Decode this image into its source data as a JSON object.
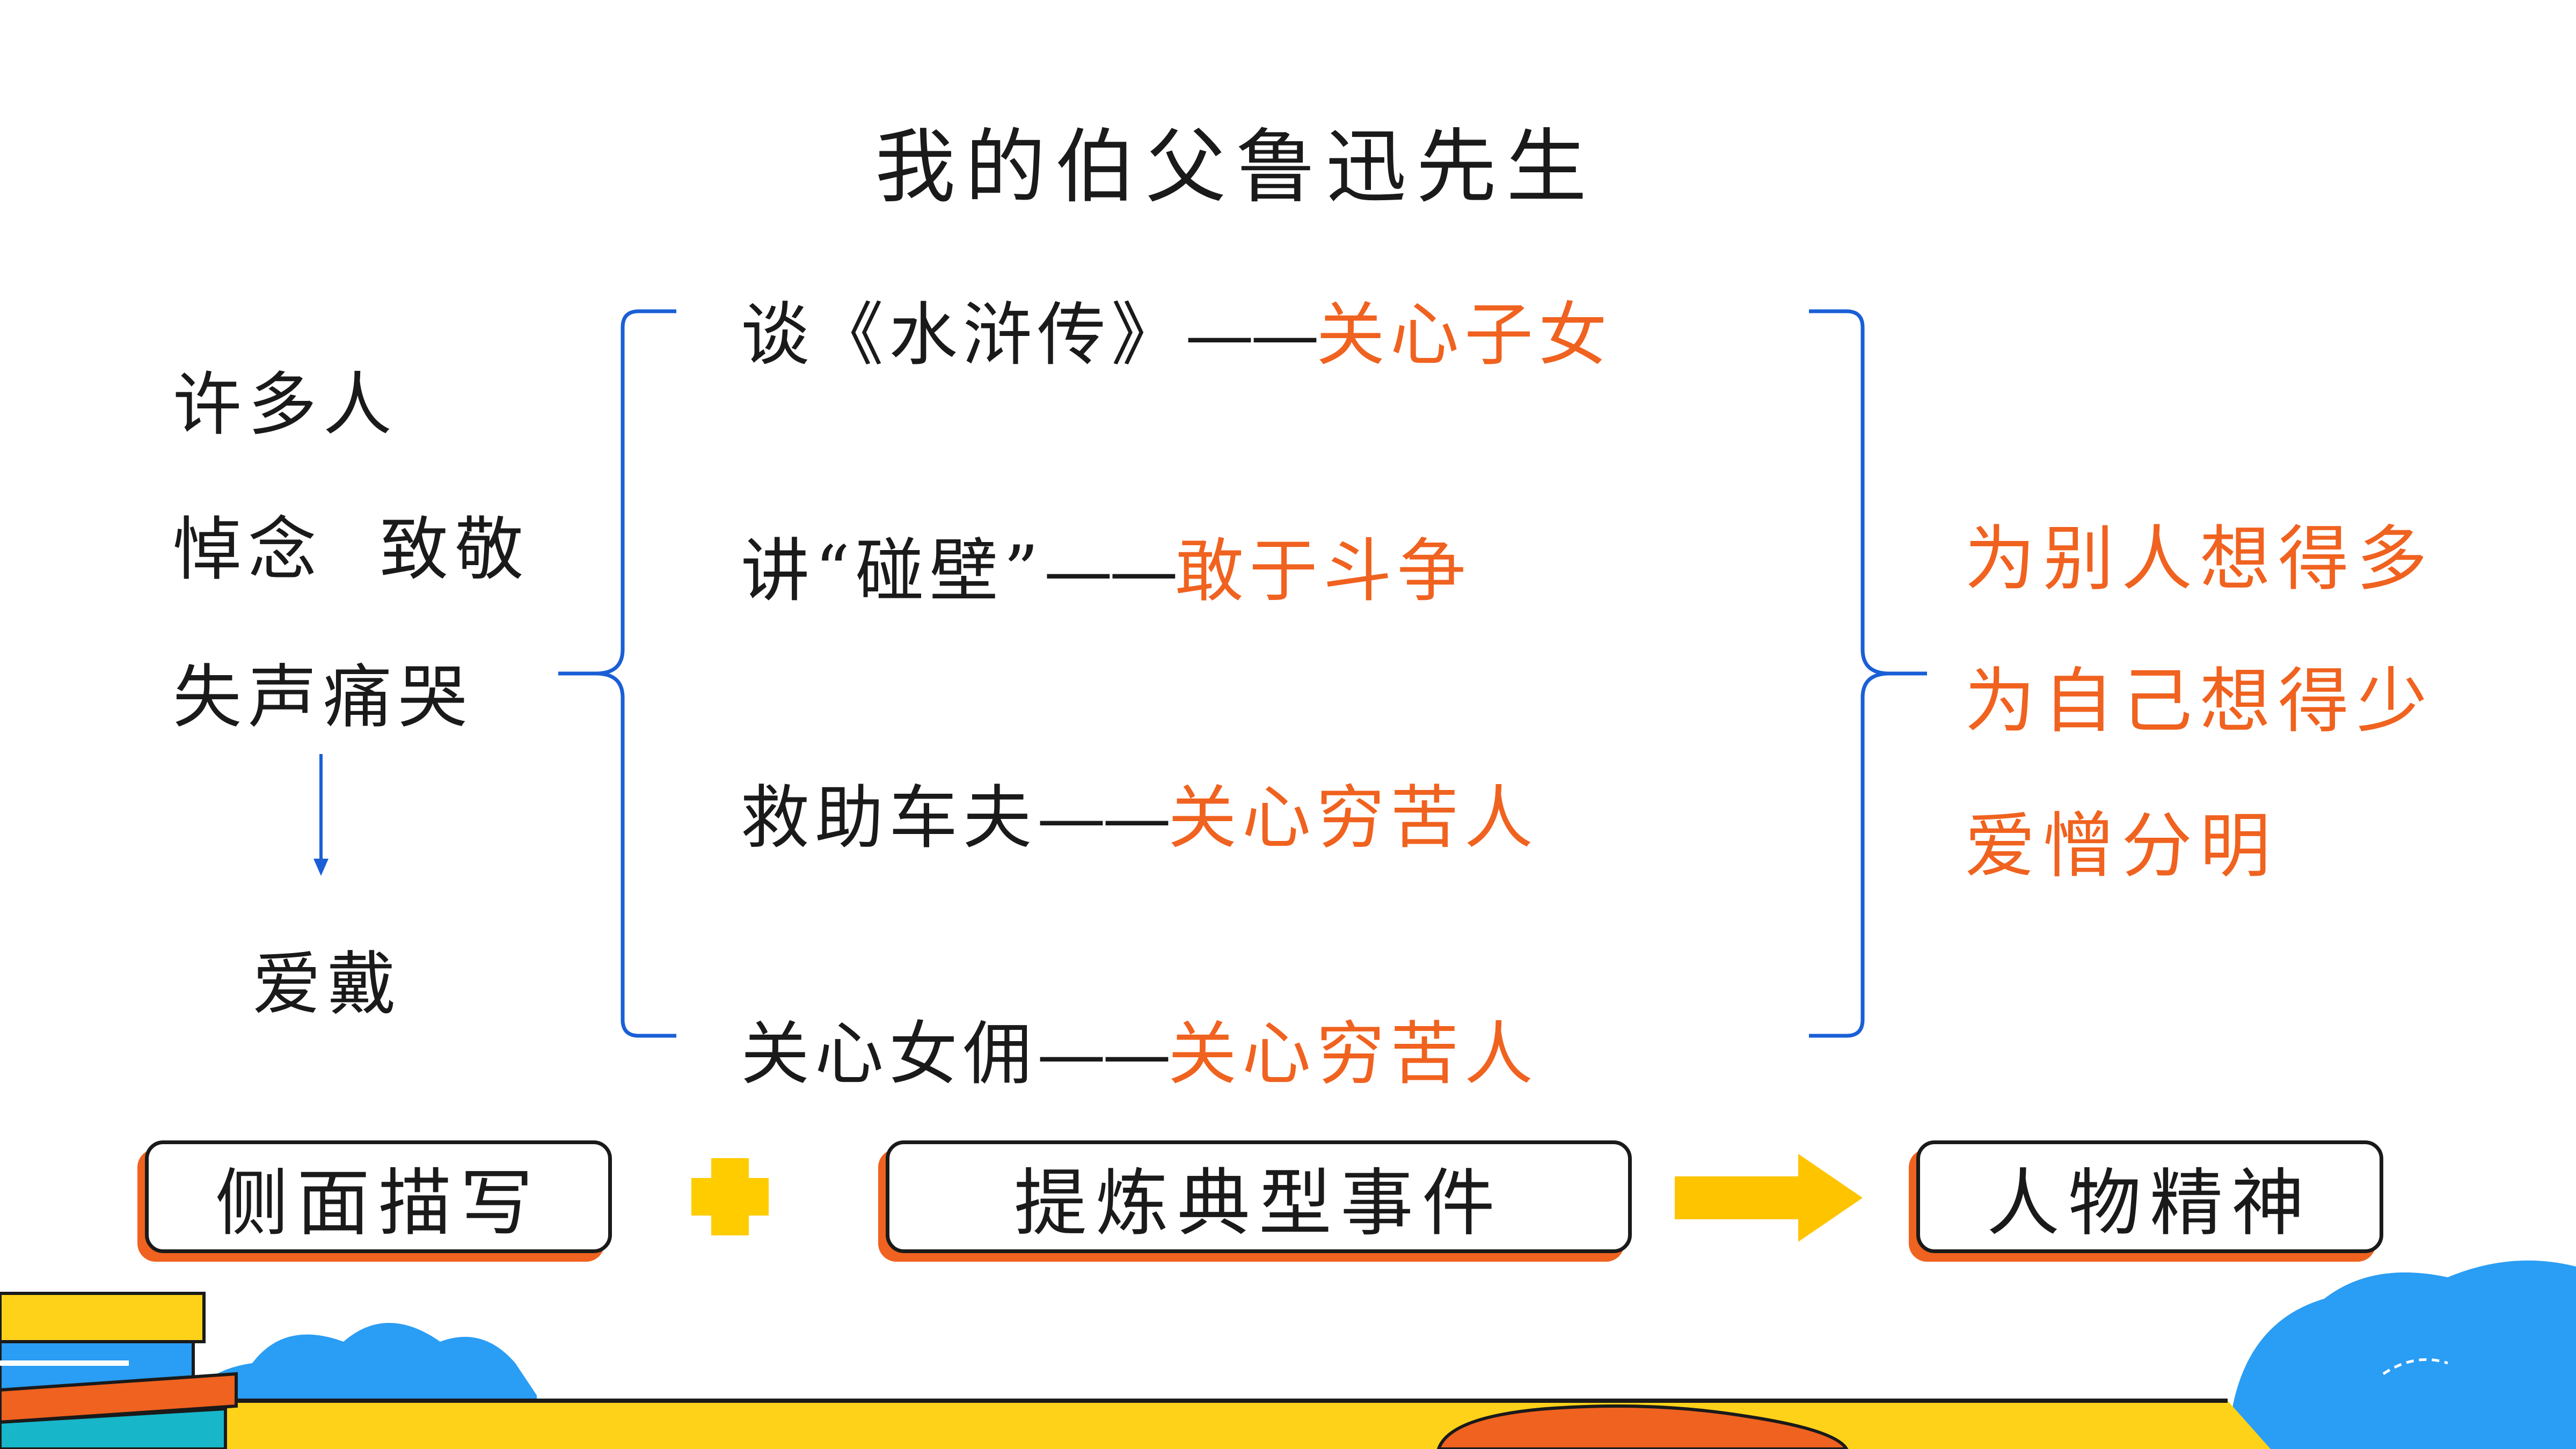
{
  "title": "我的伯父鲁迅先生",
  "left": {
    "line1": "许多人",
    "line2": "悼念  致敬",
    "line3": "失声痛哭",
    "result": "爱戴"
  },
  "events": [
    {
      "event": "谈《水浒传》",
      "dash": "——",
      "quality": "关心子女"
    },
    {
      "event": "讲“碰壁”",
      "dash": "——",
      "quality": "敢于斗争"
    },
    {
      "event": "救助车夫",
      "dash": "——",
      "quality": "关心穷苦人"
    },
    {
      "event": "关心女佣",
      "dash": "——",
      "quality": "关心穷苦人"
    }
  ],
  "summary": {
    "line1": "为别人想得多",
    "line2": "为自己想得少",
    "line3": "爱憎分明"
  },
  "bottom": {
    "box1": "侧面描写",
    "box2": "提炼典型事件",
    "box3": "人物精神"
  },
  "colors": {
    "accent_orange": "#f0621f",
    "brace_blue": "#1a5fd6",
    "plus_yellow": "#ffcc00",
    "arrow_yellow": "#ffc400",
    "decor_blue": "#2a9df4",
    "decor_teal": "#17b6c9"
  },
  "icons": {
    "plus": "plus-icon",
    "arrow": "right-arrow-icon",
    "down_arrow": "down-arrow-icon"
  }
}
